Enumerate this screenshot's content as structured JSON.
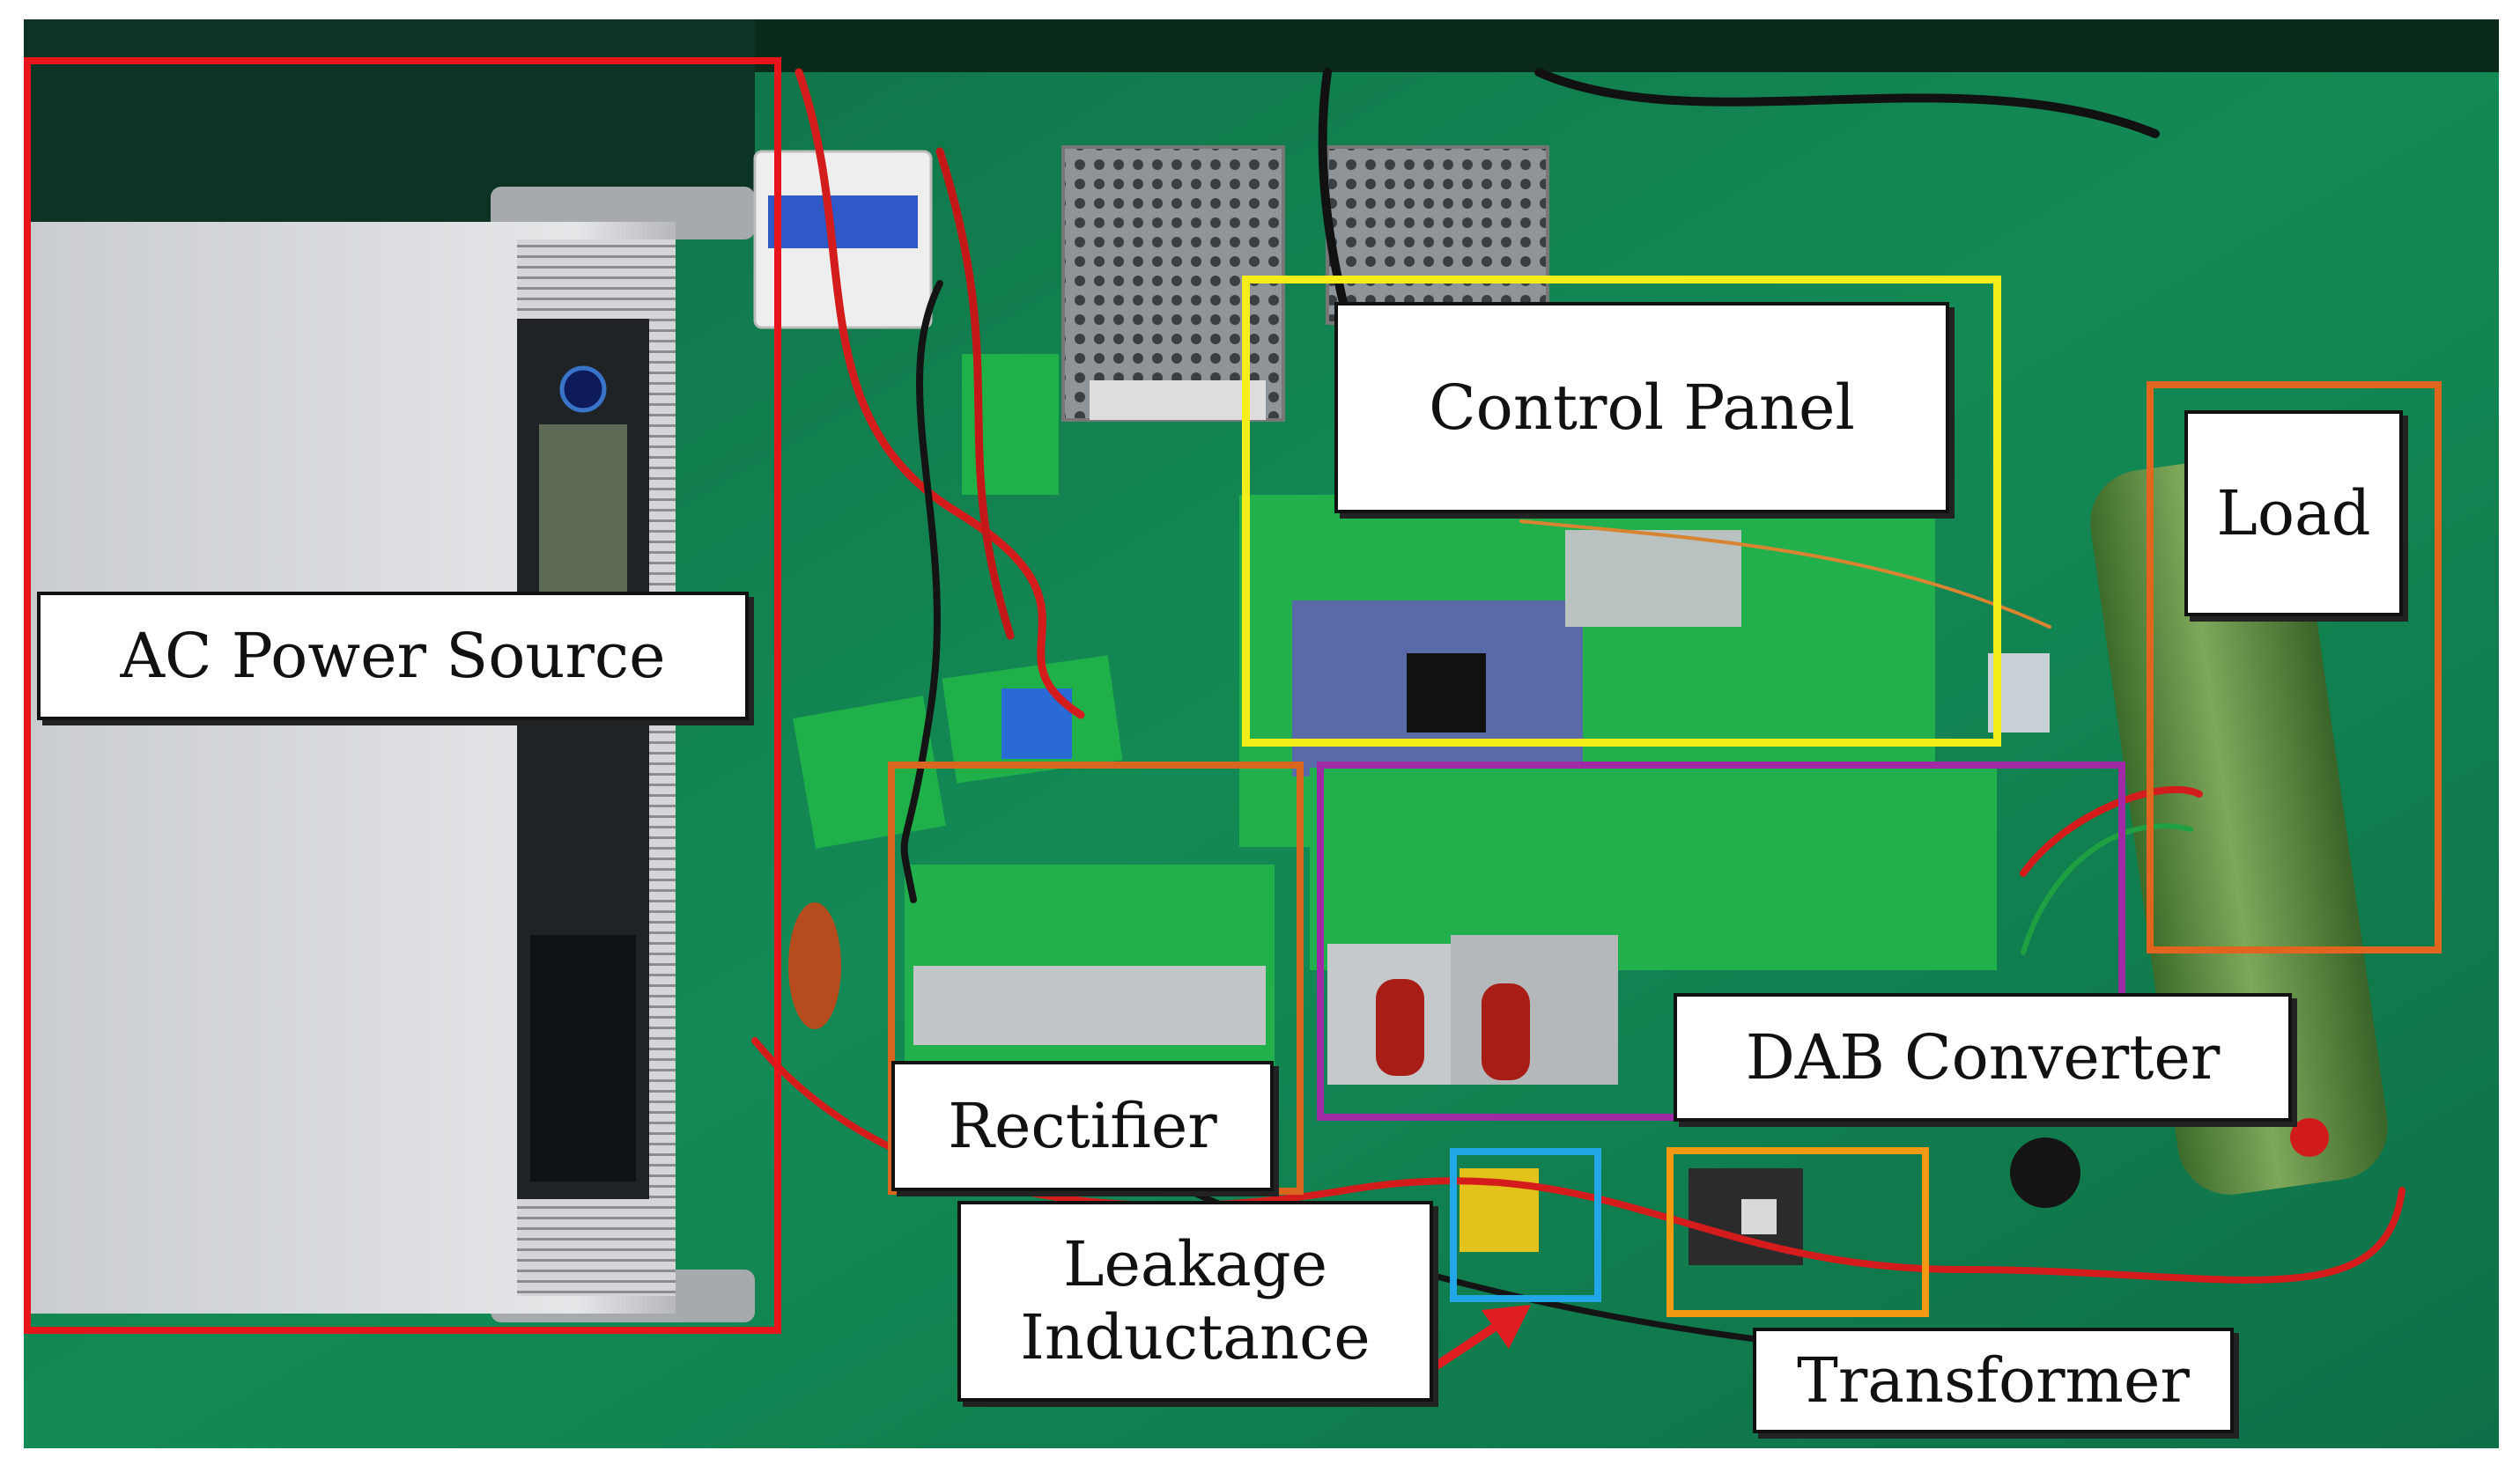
{
  "labels": {
    "ac_power_source": "AC Power Source",
    "control_panel": "Control Panel",
    "load": "Load",
    "rectifier": "Rectifier",
    "dab_converter": "DAB Converter",
    "leakage_line1": "Leakage",
    "leakage_line2": "Inductance",
    "transformer": "Transformer"
  },
  "frame_colors": {
    "ac_power_source": "#e8141c",
    "control_panel": "#f5ee1a",
    "load": "#e0651e",
    "rectifier": "#d8661e",
    "dab_converter": "#a02aa6",
    "leakage_inductance": "#22a6e8",
    "transformer": "#f39a12",
    "pointer_arrow": "#e01e22"
  }
}
